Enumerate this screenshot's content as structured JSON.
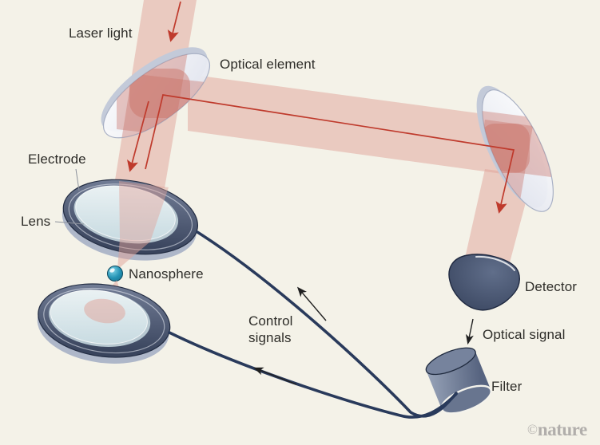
{
  "labels": {
    "laser_light": "Laser light",
    "optical_element": "Optical element",
    "electrode": "Electrode",
    "lens": "Lens",
    "nanosphere": "Nanosphere",
    "control_signals": "Control signals",
    "detector": "Detector",
    "optical_signal": "Optical signal",
    "filter": "Filter"
  },
  "credit": {
    "symbol": "©",
    "name": "nature"
  },
  "colors": {
    "background": "#f4f2e8",
    "beam-pink": "#e0a198",
    "beam-dark": "#c96f63",
    "laser-red": "#bf3a2c",
    "wire-navy": "#293a5b",
    "sphere-teal": "#2392b4",
    "ink": "#2e2d29",
    "credit-gray": "#b1aeab"
  }
}
